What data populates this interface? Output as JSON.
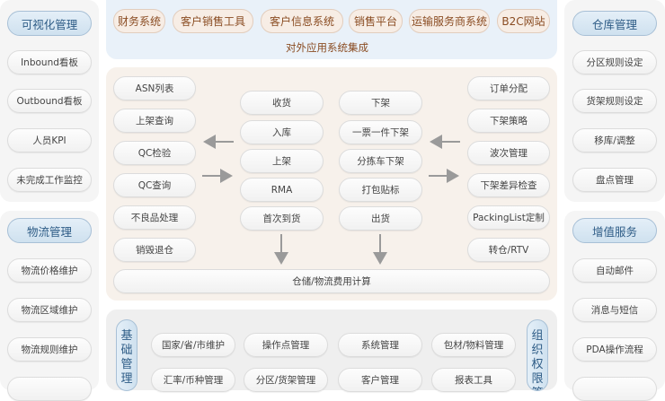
{
  "left_panels": [
    {
      "header": "可视化管理",
      "items": [
        "Inbound看板",
        "Outbound看板",
        "人员KPI",
        "未完成工作监控"
      ]
    },
    {
      "header": "物流管理",
      "items": [
        "物流价格维护",
        "物流区域维护",
        "物流规则维护",
        ""
      ]
    }
  ],
  "right_panels": [
    {
      "header": "仓库管理",
      "items": [
        "分区规则设定",
        "货架规则设定",
        "移库/调整",
        "盘点管理"
      ]
    },
    {
      "header": "增值服务",
      "items": [
        "自动邮件",
        "消息与短信",
        "PDA操作流程",
        ""
      ]
    }
  ],
  "integration": {
    "systems": [
      "财务系统",
      "客户销售工具",
      "客户信息系统",
      "销售平台",
      "运输服务商系统",
      "B2C网站"
    ],
    "caption": "对外应用系统集成"
  },
  "core": {
    "col1": [
      "ASN列表",
      "上架查询",
      "QC检验",
      "QC查询",
      "不良品处理",
      "销毁退仓"
    ],
    "col2": [
      "收货",
      "入库",
      "上架",
      "RMA",
      "首次到货"
    ],
    "col3": [
      "下架",
      "一票一件下架",
      "分拣车下架",
      "打包贴标",
      "出货"
    ],
    "col4": [
      "订单分配",
      "下架策略",
      "波次管理",
      "下架差异检查",
      "PackingList定制",
      "转仓/RTV"
    ],
    "bottom_bar": "仓储/物流费用计算"
  },
  "base": {
    "left_label": "基础管理",
    "right_label": "组织权限管理",
    "row1": [
      "国家/省/市维护",
      "操作点管理",
      "系统管理",
      "包材/物料管理"
    ],
    "row2": [
      "汇率/币种管理",
      "分区/货架管理",
      "客户管理",
      "报表工具"
    ]
  },
  "colors": {
    "accent": "#2e5c86",
    "tag_text": "#8a4c22",
    "arrow": "#9a9a9a"
  }
}
